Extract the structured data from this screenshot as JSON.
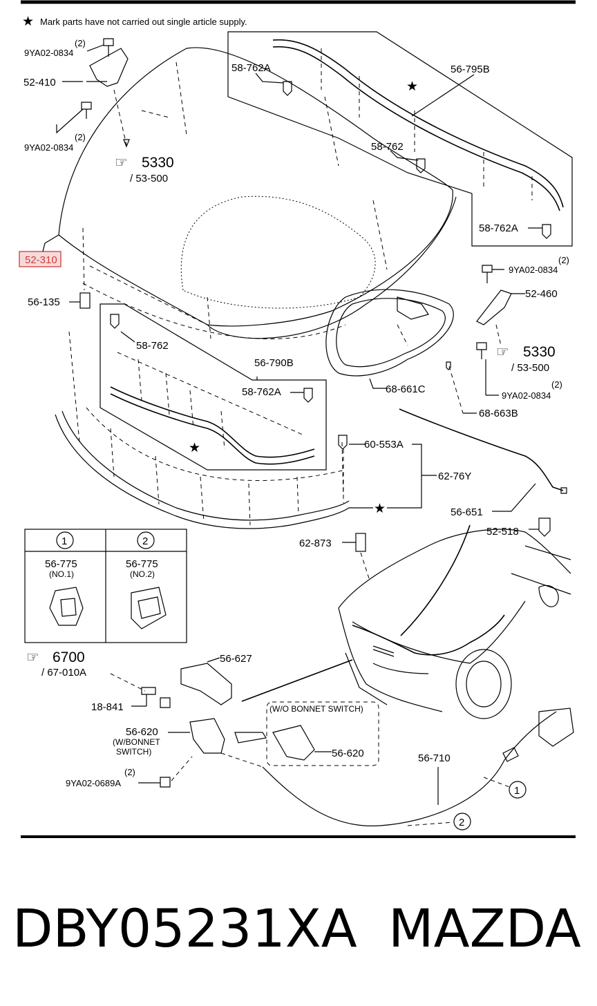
{
  "note": "Mark parts have not carried out single article supply.",
  "labels": {
    "qty_hinge_l_top": "(2)",
    "bolt_hinge_l_top": "9YA02-0834",
    "hinge_l": "52-410",
    "qty_hinge_l_bot": "(2)",
    "bolt_hinge_l_bot": "9YA02-0834",
    "ref_5330_l": "5330",
    "ref_53500_l": "/ 53-500",
    "bonnet": "52-310",
    "bumper_stop": "56-135",
    "seal_top_clip_a1": "58-762A",
    "seal_top": "56-795B",
    "seal_top_clip": "58-762",
    "seal_top_clip_a2": "58-762A",
    "qty_hinge_r_top": "(2)",
    "bolt_hinge_r_top": "9YA02-0834",
    "hinge_r": "52-460",
    "ref_5330_r": "5330",
    "ref_53500_r": "/ 53-500",
    "qty_hinge_r_bot": "(2)",
    "bolt_hinge_r_bot": "9YA02-0834",
    "insulator_clip": "58-762",
    "insulator": "56-790B",
    "insulator_clip_a": "58-762A",
    "seal_weather": "68-661C",
    "seal_clip": "68-663B",
    "rod_holder": "60-553A",
    "prop_rod": "62-76Y",
    "bonnet_cable": "56-651",
    "cable_clip": "52-518",
    "cushion": "62-873",
    "table_col1_num": "1",
    "table_col2_num": "2",
    "table_col1_part": "56-775",
    "table_col1_sub": "(NO.1)",
    "table_col2_part": "56-775",
    "table_col2_sub": "(NO.2)",
    "ref_6700": "6700",
    "ref_67010a": "/ 67-010A",
    "latch_cover": "56-627",
    "harness": "18-841",
    "latch_w": "56-620",
    "latch_w_note1": "(W/BONNET",
    "latch_w_note2": "SWITCH)",
    "qty_latch_bolt": "(2)",
    "latch_bolt": "9YA02-0689A",
    "wo_switch": "(W/O BONNET SWITCH)",
    "latch_wo": "56-620",
    "release_cable": "56-710",
    "callout_1": "1",
    "callout_2": "2"
  },
  "footer": {
    "part_number": "DBY05231XA",
    "brand": "MAZDA"
  },
  "colors": {
    "highlight": "#d23a3a",
    "highlight_fill": "#f6dada"
  }
}
